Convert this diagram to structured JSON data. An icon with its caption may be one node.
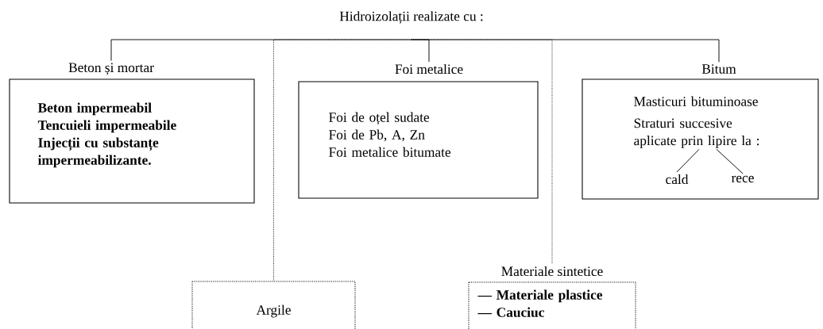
{
  "diagram": {
    "nodes": [
      {
        "text": [
          "Hidroizolații realizate cu :"
        ]
      },
      {
        "text": [
          "Beton și mortar",
          "Beton impermeabil",
          "Tencuieli impermeabile",
          "Injecții cu substanțe impermeabilizante."
        ]
      },
      {
        "text": [
          "Foi metalice",
          "Foi de oțel sudate",
          "Foi de Pb, A, Zn",
          "Foi metalice bitumate"
        ]
      },
      {
        "text": [
          "Bitum",
          "Masticuri bituminoase"
        ]
      },
      {
        "text": [
          "Straturi succesive aplicate prin lipire la :"
        ],
        "in": 3
      },
      {
        "text": [
          "cald"
        ],
        "in": 3
      },
      {
        "text": [
          "rece"
        ],
        "in": 3
      },
      {
        "text": [
          "Argile"
        ]
      },
      {
        "text": [
          "Materiale sintetice",
          "— Materiale plastice",
          "— Cauciuc"
        ]
      }
    ],
    "edges": [
      {
        "from": 0,
        "to": 1,
        "arrow": "none"
      },
      {
        "from": 0,
        "to": 7,
        "arrow": "none",
        "style": "dashed"
      },
      {
        "from": 0,
        "to": 2,
        "arrow": "none"
      },
      {
        "from": 0,
        "to": 8,
        "arrow": "none",
        "style": "dashed"
      },
      {
        "from": 0,
        "to": 3,
        "arrow": "none"
      },
      {
        "from": 4,
        "to": 5,
        "arrow": "none"
      },
      {
        "from": 4,
        "to": 6,
        "arrow": "none"
      }
    ]
  }
}
